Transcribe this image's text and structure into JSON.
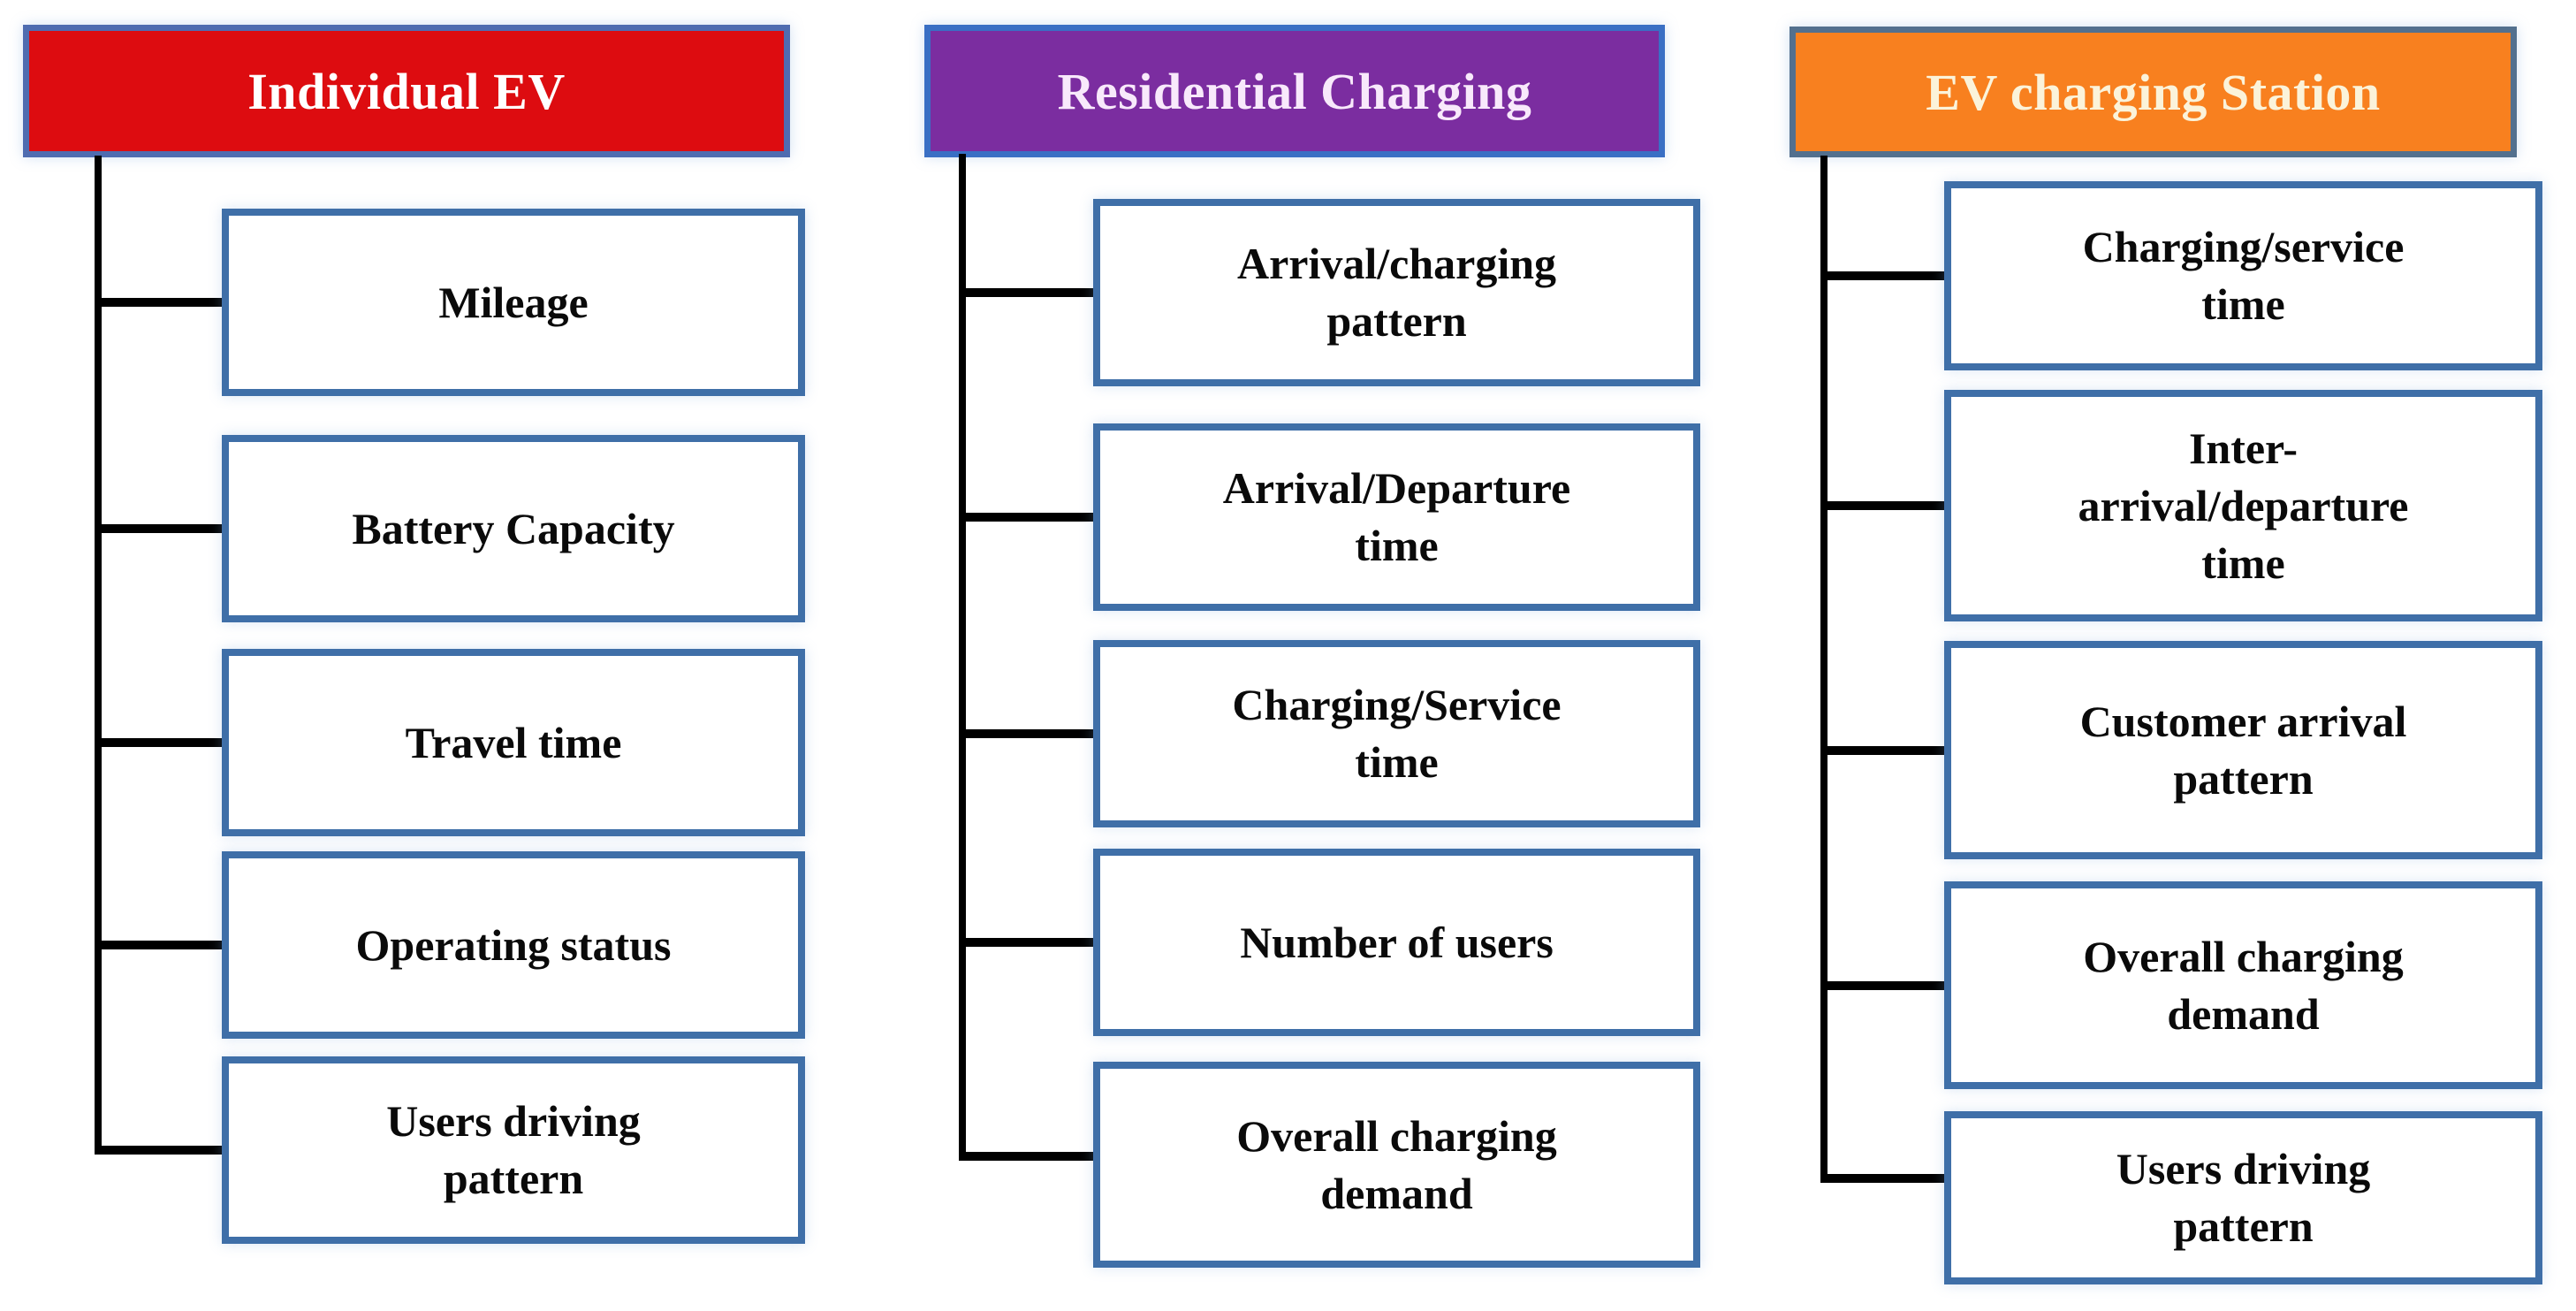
{
  "page": {
    "background": "#ffffff"
  },
  "diagram": {
    "connector_color": "#000000",
    "node_border_color": "#3f6fa8",
    "node_fill": "#ffffff",
    "node_text_color": "#0a0a0a",
    "columns": [
      {
        "header": {
          "label": "Individual EV",
          "fill": "#dd0c10",
          "border_color": "#4f6cb0",
          "text_color": "#ffffff"
        },
        "nodes": [
          {
            "label": "Mileage"
          },
          {
            "label": "Battery Capacity"
          },
          {
            "label": "Travel time"
          },
          {
            "label": "Operating status"
          },
          {
            "label": "Users driving\npattern"
          }
        ]
      },
      {
        "header": {
          "label": "Residential Charging",
          "fill": "#7b2da0",
          "border_color": "#3a6fc4",
          "text_color": "#f8e9fb"
        },
        "nodes": [
          {
            "label": "Arrival/charging\npattern"
          },
          {
            "label": "Arrival/Departure\ntime"
          },
          {
            "label": "Charging/Service\ntime"
          },
          {
            "label": "Number of users"
          },
          {
            "label": "Overall charging\ndemand"
          }
        ]
      },
      {
        "header": {
          "label": "EV charging Station",
          "fill": "#f8801f",
          "border_color": "#53708e",
          "text_color": "#fbf3da"
        },
        "nodes": [
          {
            "label": "Charging/service\ntime"
          },
          {
            "label": "Inter-\narrival/departure\ntime"
          },
          {
            "label": "Customer arrival\npattern"
          },
          {
            "label": "Overall charging\ndemand"
          },
          {
            "label": "Users driving\npattern"
          }
        ]
      }
    ]
  }
}
